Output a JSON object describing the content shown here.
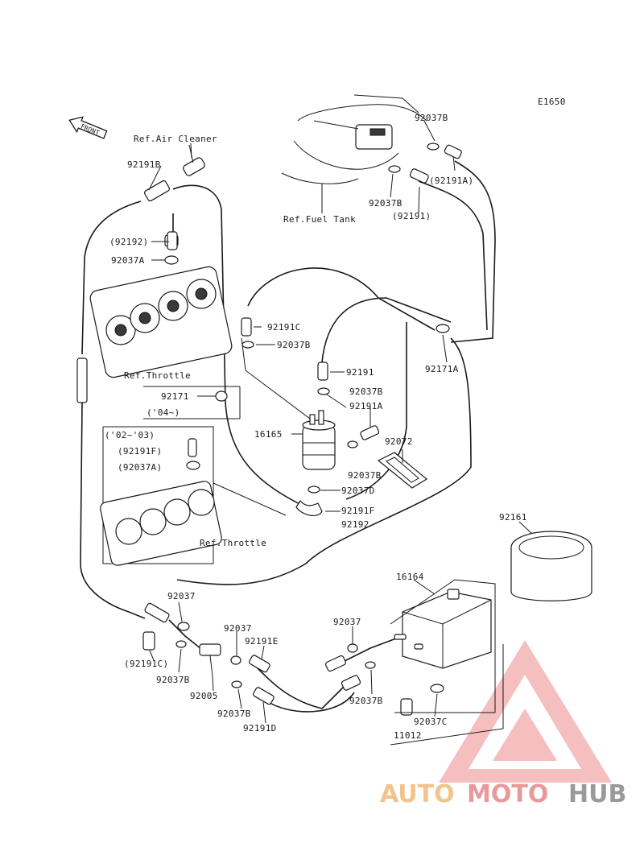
{
  "diagram_code": "E1650",
  "front_label": "FRONT",
  "labels": {
    "ref_air_cleaner": "Ref.Air Cleaner",
    "ref_fuel_tank": "Ref.Fuel Tank",
    "ref_throttle_top": "Ref.Throttle",
    "ref_throttle_bottom": "Ref.Throttle",
    "p92191B": "92191B",
    "p92192_paren": "(92192)",
    "p92037A": "92037A",
    "p92171": "92171",
    "p04": "('04~)",
    "p02_03": "('02~'03)",
    "p92191F_paren": "(92191F)",
    "p92037A_paren": "(92037A)",
    "p92037B_top": "92037B",
    "p92191A_paren": "(92191A)",
    "p92037B_tank": "92037B",
    "p92191_paren": "(92191)",
    "p92191C_mid": "92191C",
    "p92037B_mid": "92037B",
    "p92171A": "92171A",
    "p92191_mid": "92191",
    "p92037B_filter": "92037B",
    "p92191A_mid": "92191A",
    "p16165": "16165",
    "p92072": "92072",
    "p92037B_low": "92037B",
    "p92037D": "92037D",
    "p92191F": "92191F",
    "p92192": "92192",
    "p92161": "92161",
    "p16164": "16164",
    "p92037_left": "92037",
    "p92191C_paren": "(92191C)",
    "p92037B_left": "92037B",
    "p92037_mid": "92037",
    "p92191E": "92191E",
    "p92005": "92005",
    "p92037B_bot": "92037B",
    "p92191D": "92191D",
    "p92037_right": "92037",
    "p92037B_right": "92037B",
    "p92037C": "92037C",
    "p11012": "11012"
  },
  "watermark": {
    "part1": "AUTO",
    "part2": "MOTO",
    "part3": "HUB",
    "color_light": "#f2c48c",
    "color_red": "#e89a9a",
    "color_gray": "#9a9a9a"
  }
}
